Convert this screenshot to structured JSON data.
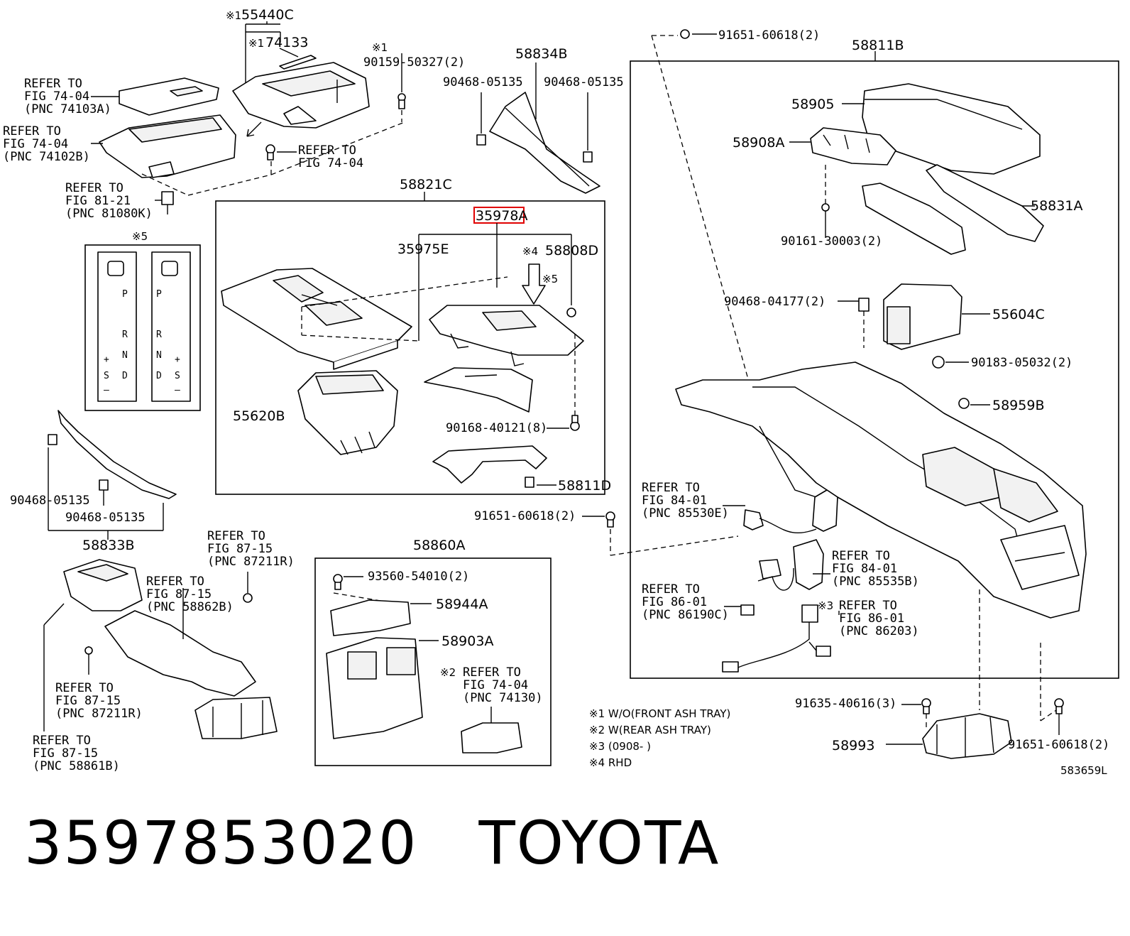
{
  "labels": {
    "p55440c": "55440C",
    "p74133": "74133",
    "p90159": "90159-50327(2)",
    "p58834b": "58834B",
    "p90468a": "90468-05135",
    "p90468b": "90468-05135",
    "p91651a": "91651-60618(2)",
    "p58811b": "58811B",
    "ref7404a_1": "REFER TO",
    "ref7404a_2": "FIG 74-04",
    "ref7404a_3": "(PNC 74103A)",
    "ref7404b_1": "REFER TO",
    "ref7404b_2": "FIG 74-04",
    "ref7404b_3": "(PNC 74102B)",
    "ref7404c_1": "REFER TO",
    "ref7404c_2": "FIG 74-04",
    "ref8121_1": "REFER TO",
    "ref8121_2": "FIG 81-21",
    "ref8121_3": "(PNC 81080K)",
    "p58821c": "58821C",
    "p35978a": "35978A",
    "p35975e": "35975E",
    "p58808d": "58808D",
    "p55620b": "55620B",
    "p90168": "90168-40121(8)",
    "p58811d": "58811D",
    "p91651b": "91651-60618(2)",
    "p58905": "58905",
    "p58908a": "58908A",
    "p58831a": "58831A",
    "p90161": "90161-30003(2)",
    "p90468c": "90468-04177(2)",
    "p55604c": "55604C",
    "p90183": "90183-05032(2)",
    "p58959b": "58959B",
    "ref8401a_1": "REFER TO",
    "ref8401a_2": "FIG 84-01",
    "ref8401a_3": "(PNC 85530E)",
    "ref8401b_1": "REFER TO",
    "ref8401b_2": "FIG 84-01",
    "ref8401b_3": "(PNC 85535B)",
    "ref8601a_1": "REFER TO",
    "ref8601a_2": "FIG 86-01",
    "ref8601a_3": "(PNC 86190C)",
    "ref8601b_1": "REFER TO",
    "ref8601b_2": "FIG 86-01",
    "ref8601b_3": "(PNC 86203)",
    "p90468d": "90468-05135",
    "p90468e": "90468-05135",
    "p58833b": "58833B",
    "ref8715a_1": "REFER TO",
    "ref8715a_2": "FIG 87-15",
    "ref8715a_3": "(PNC 87211R)",
    "ref8715b_1": "REFER TO",
    "ref8715b_2": "FIG 87-15",
    "ref8715b_3": "(PNC 58862B)",
    "ref8715c_1": "REFER TO",
    "ref8715c_2": "FIG 87-15",
    "ref8715c_3": "(PNC 87211R)",
    "ref8715d_1": "REFER TO",
    "ref8715d_2": "FIG 87-15",
    "ref8715d_3": "(PNC 58861B)",
    "p58860a": "58860A",
    "p93560": "93560-54010(2)",
    "p58944a": "58944A",
    "p58903a": "58903A",
    "ref7404d_1": "REFER TO",
    "ref7404d_2": "FIG 74-04",
    "ref7404d_3": "(PNC 74130)",
    "p91635": "91635-40616(3)",
    "p58993": "58993",
    "p91651c": "91651-60618(2)",
    "fig_code": "583659L"
  },
  "marks": {
    "m1": "※1",
    "m2": "※2",
    "m3": "※3",
    "m4": "※4",
    "m5": "※5"
  },
  "notes": [
    "※1 W/O(FRONT ASH TRAY)",
    "※2 W(REAR ASH TRAY)",
    "※3 (0908-      )",
    "※4 RHD"
  ],
  "shift_panel": {
    "p": "P",
    "r": "R",
    "n": "N",
    "d": "D",
    "plus": "+",
    "s": "S",
    "minus": "—"
  },
  "highlight": {
    "part": "35978A",
    "color": "#e00000"
  },
  "footer": {
    "part_number": "3597853020",
    "brand": "TOYOTA"
  }
}
